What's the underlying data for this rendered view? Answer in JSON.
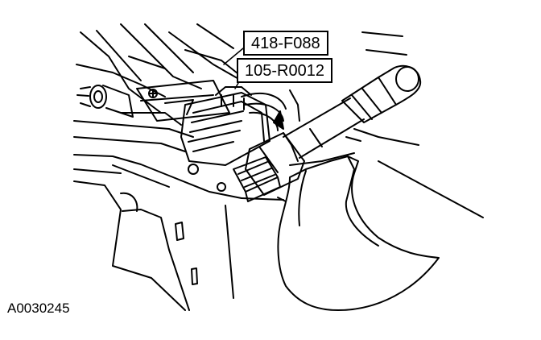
{
  "callouts": [
    {
      "label": "418-F088"
    },
    {
      "label": "105-R0012"
    }
  ],
  "figure_id": "A0030245",
  "colors": {
    "line": "#000000",
    "background": "#ffffff"
  }
}
